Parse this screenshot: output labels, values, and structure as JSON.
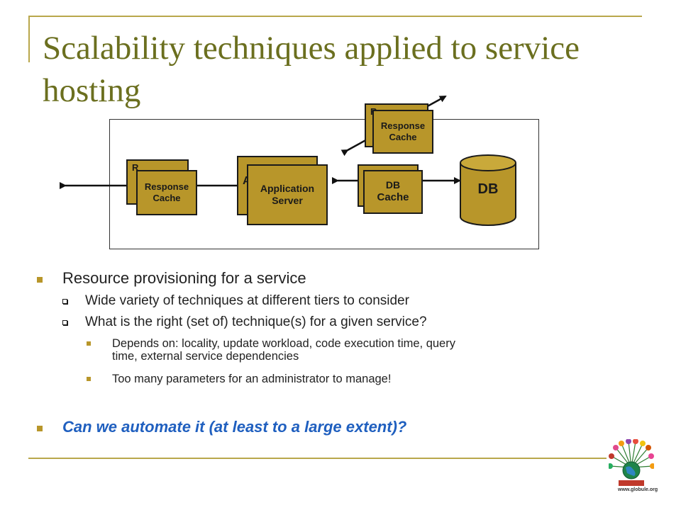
{
  "slide": {
    "title": "Scalability techniques applied to service hosting"
  },
  "diagram": {
    "response_cache_left": {
      "back_label": "R",
      "line1": "Response",
      "line2": "Cache"
    },
    "app_server": {
      "back_label": "A",
      "line1": "Application",
      "line2": "Server"
    },
    "db_cache": {
      "line1": "DB",
      "line2": "Cache"
    },
    "response_cache_top": {
      "back_label": "R",
      "line1": "Response",
      "line2": "Cache"
    },
    "db_label": "DB"
  },
  "bullets": {
    "b1": "Resource provisioning for a service",
    "b1_sub1": "Wide variety of techniques at different tiers to consider",
    "b1_sub2": "What is the right (set of) technique(s) for a given service?",
    "b1_sub2_item1_line1": "Depends on: locality, update workload, code execution time, query",
    "b1_sub2_item1_line2": "time, external service dependencies",
    "b1_sub2_item2": "Too many parameters for an administrator to manage!",
    "b2": "Can we automate it (at least to a large extent)?"
  },
  "logo": {
    "text": "www.globule.org"
  },
  "colors": {
    "title": "#6b6f1f",
    "accent_gold": "#b8962a",
    "rule_gold": "#b9a74b",
    "emphasis_blue": "#1f5fbf"
  }
}
